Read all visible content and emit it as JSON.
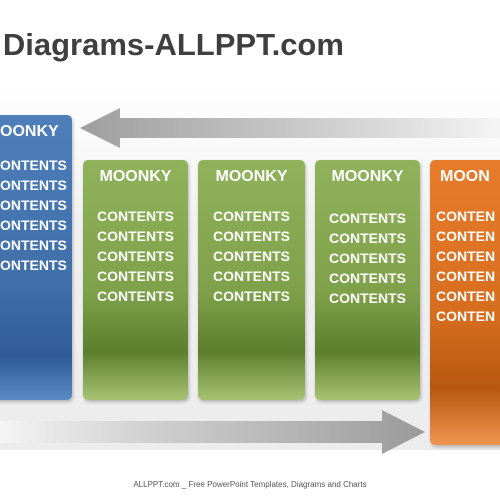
{
  "title": "e Diagrams-ALLPPT.com",
  "cards": [
    {
      "heading": "OONKY",
      "items": [
        "ONTENTS",
        "ONTENTS",
        "ONTENTS",
        "ONTENTS",
        "ONTENTS",
        "ONTENTS"
      ],
      "color": "#3f6ea8"
    },
    {
      "heading": "MOONKY",
      "items": [
        "CONTENTS",
        "CONTENTS",
        "CONTENTS",
        "CONTENTS",
        "CONTENTS"
      ],
      "color": "#7ea14a"
    },
    {
      "heading": "MOONKY",
      "items": [
        "CONTENTS",
        "CONTENTS",
        "CONTENTS",
        "CONTENTS",
        "CONTENTS"
      ],
      "color": "#7ea14a"
    },
    {
      "heading": "MOONKY",
      "items": [
        "CONTENTS",
        "CONTENTS",
        "CONTENTS",
        "CONTENTS",
        "CONTENTS"
      ],
      "color": "#7ea14a"
    },
    {
      "heading": "MOON",
      "items": [
        "CONTEN",
        "CONTEN",
        "CONTEN",
        "CONTEN",
        "CONTEN",
        "CONTEN"
      ],
      "color": "#d66d1e"
    }
  ],
  "footer": "ALLPPT.com _ Free PowerPoint Templates, Diagrams and Charts",
  "arrow_color": "#a6a6a6"
}
